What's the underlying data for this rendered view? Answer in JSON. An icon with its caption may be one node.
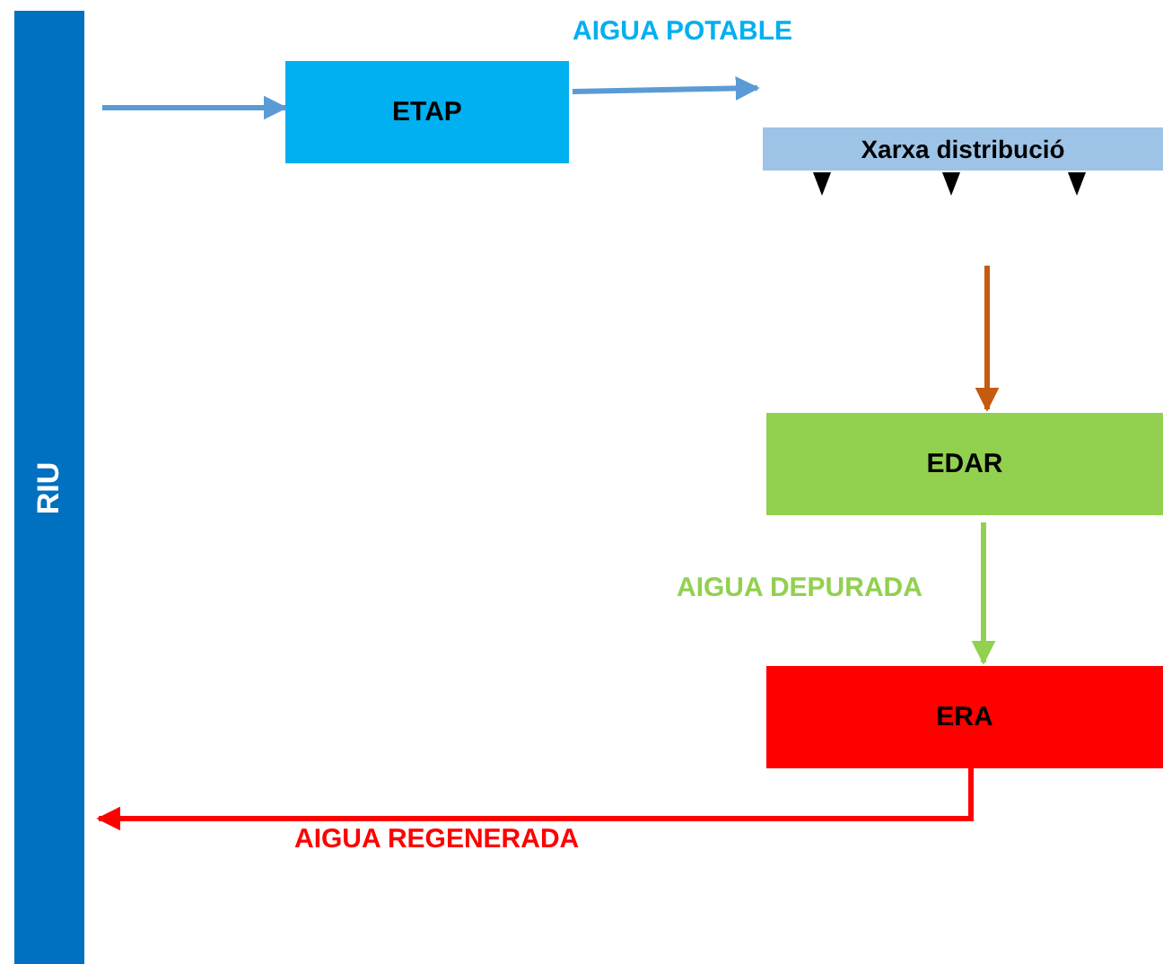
{
  "diagram": {
    "nodes": [
      {
        "text": [
          "RIU"
        ]
      },
      {
        "text": [
          "ETAP"
        ]
      },
      {
        "text": [
          "Xarxa distribució"
        ]
      },
      {
        "text": [
          "EDAR"
        ]
      },
      {
        "text": [
          "ERA"
        ]
      }
    ],
    "edges": [
      {
        "from": 0,
        "to": 1,
        "arrow": "to",
        "color": "#5b9bd5"
      },
      {
        "from": 1,
        "to": 2,
        "arrow": "to",
        "label": "AIGUA POTABLE",
        "color": "#5b9bd5"
      },
      {
        "from": null,
        "to": 3,
        "arrow": "to",
        "color": "#c55a11"
      },
      {
        "from": 3,
        "to": 4,
        "arrow": "to",
        "label": "AIGUA DEPURADA",
        "color": "#92d050"
      },
      {
        "from": 4,
        "to": 0,
        "arrow": "to",
        "label": "AIGUA REGENERADA",
        "color": "#ff0000"
      }
    ]
  }
}
